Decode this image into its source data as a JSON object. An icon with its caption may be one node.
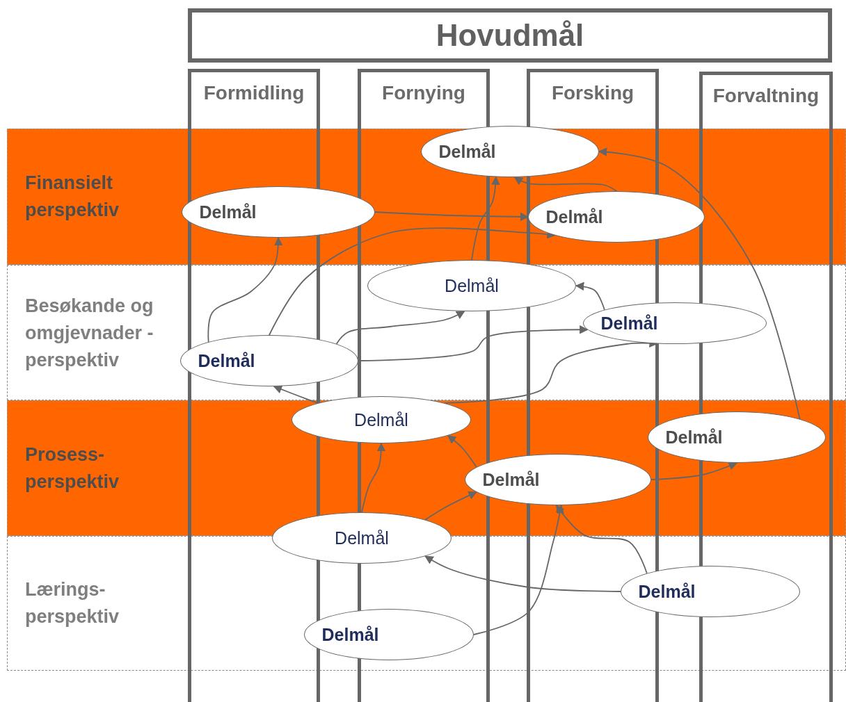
{
  "diagram": {
    "nodes": [
      {
        "text": [
          "Hovudmål"
        ]
      },
      {
        "text": [
          "Formidling"
        ]
      },
      {
        "text": [
          "Fornying"
        ]
      },
      {
        "text": [
          "Forsking"
        ]
      },
      {
        "text": [
          "Forvaltning"
        ]
      },
      {
        "text": [
          "Finansielt perspektiv"
        ]
      },
      {
        "text": [
          "Besøkande og omgjevnader - perspektiv"
        ]
      },
      {
        "text": [
          "Prosess- perspektiv"
        ]
      },
      {
        "text": [
          "Lærings- perspektiv"
        ]
      },
      {
        "text": [
          "Delmål"
        ],
        "in": 5
      },
      {
        "text": [
          "Delmål"
        ],
        "in": 5
      },
      {
        "text": [
          "Delmål"
        ],
        "in": 5
      },
      {
        "text": [
          "Delmål"
        ]
      },
      {
        "text": [
          "Delmål"
        ],
        "in": 6
      },
      {
        "text": [
          "Delmål"
        ],
        "in": 6
      },
      {
        "text": [
          "Delmål"
        ]
      },
      {
        "text": [
          "Delmål"
        ],
        "in": 7
      },
      {
        "text": [
          "Delmål"
        ],
        "in": 7
      },
      {
        "text": [
          "Delmål"
        ]
      },
      {
        "text": [
          "Delmål"
        ],
        "in": 8
      },
      {
        "text": [
          "Delmål"
        ],
        "in": 8
      }
    ],
    "edges": [
      {
        "from": 10,
        "to": 11,
        "arrow": "to"
      },
      {
        "from": 12,
        "to": 9,
        "arrow": "to"
      },
      {
        "from": 11,
        "to": 9,
        "arrow": "to"
      },
      {
        "from": 16,
        "to": 9,
        "arrow": "to"
      },
      {
        "from": 14,
        "to": 10,
        "arrow": "to"
      },
      {
        "from": 14,
        "to": 11,
        "arrow": "to"
      },
      {
        "from": 14,
        "to": 12,
        "arrow": "to"
      },
      {
        "from": 14,
        "to": 13,
        "arrow": "to"
      },
      {
        "from": 15,
        "to": 13,
        "arrow": "to"
      },
      {
        "from": 15,
        "to": 14,
        "arrow": "to"
      },
      {
        "from": 13,
        "to": 12,
        "arrow": "to"
      },
      {
        "from": 18,
        "to": 15,
        "arrow": "to"
      },
      {
        "from": 18,
        "to": 17,
        "arrow": "to"
      },
      {
        "from": 17,
        "to": 15,
        "arrow": "to"
      },
      {
        "from": 17,
        "to": 16,
        "arrow": "to"
      },
      {
        "from": 19,
        "to": 17,
        "arrow": "to"
      },
      {
        "from": 19,
        "to": 18,
        "arrow": "to"
      },
      {
        "from": 20,
        "to": 17,
        "arrow": "to"
      }
    ]
  }
}
